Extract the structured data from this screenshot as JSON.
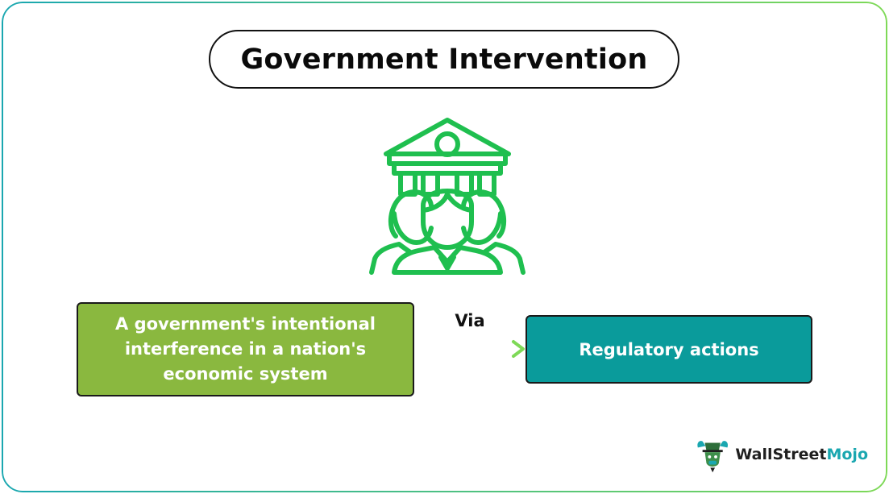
{
  "title": "Government Intervention",
  "icon": "government-people-icon",
  "left_box": {
    "text": "A government's intentional interference in a nation's economic system"
  },
  "connector": {
    "label": "Via"
  },
  "right_box": {
    "text": "Regulatory actions"
  },
  "logo": {
    "name_part1": "WallStreet",
    "name_part2": "Mojo",
    "icon": "bull-mascot-icon"
  },
  "colors": {
    "icon_green": "#1fbf4f",
    "left_box_green": "#8ab83f",
    "right_box_teal": "#0a9b9b",
    "frame_teal": "#1aa7b0",
    "frame_green": "#7ed957"
  }
}
